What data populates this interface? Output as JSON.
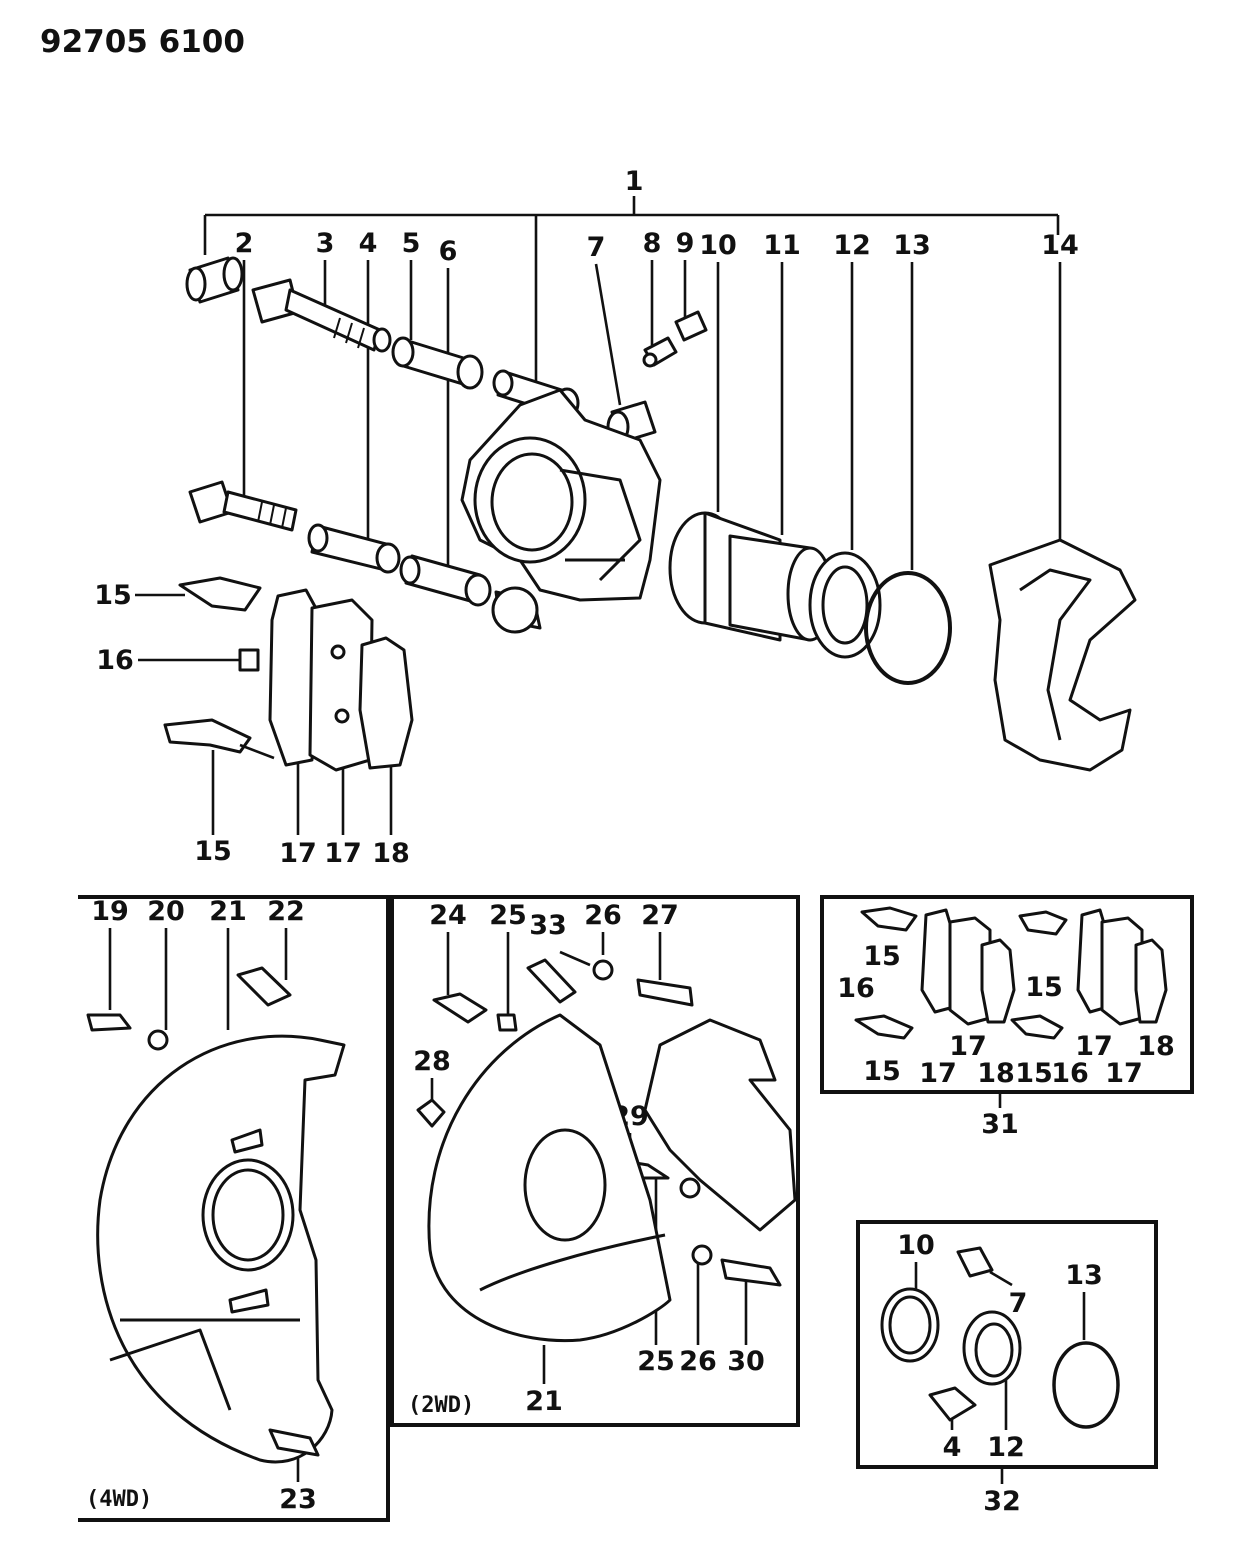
{
  "diagram_number": "92705 6100",
  "main_callouts": [
    "1",
    "2",
    "3",
    "4",
    "5",
    "6",
    "7",
    "8",
    "9",
    "10",
    "11",
    "12",
    "13",
    "14",
    "15",
    "16",
    "17",
    "17",
    "18",
    "15"
  ],
  "panel_4wd": {
    "caption": "(4WD)",
    "callouts": [
      "19",
      "20",
      "21",
      "22",
      "23"
    ]
  },
  "panel_2wd": {
    "caption": "(2WD)",
    "callouts": [
      "24",
      "25",
      "33",
      "26",
      "27",
      "28",
      "29",
      "25",
      "26",
      "30",
      "21"
    ]
  },
  "pad_kit": {
    "number": "31",
    "callouts": [
      "15",
      "16",
      "15",
      "15",
      "17",
      "17",
      "18",
      "15",
      "16",
      "17",
      "17",
      "18"
    ]
  },
  "seal_kit": {
    "number": "32",
    "callouts": [
      "10",
      "7",
      "13",
      "4",
      "12"
    ]
  }
}
